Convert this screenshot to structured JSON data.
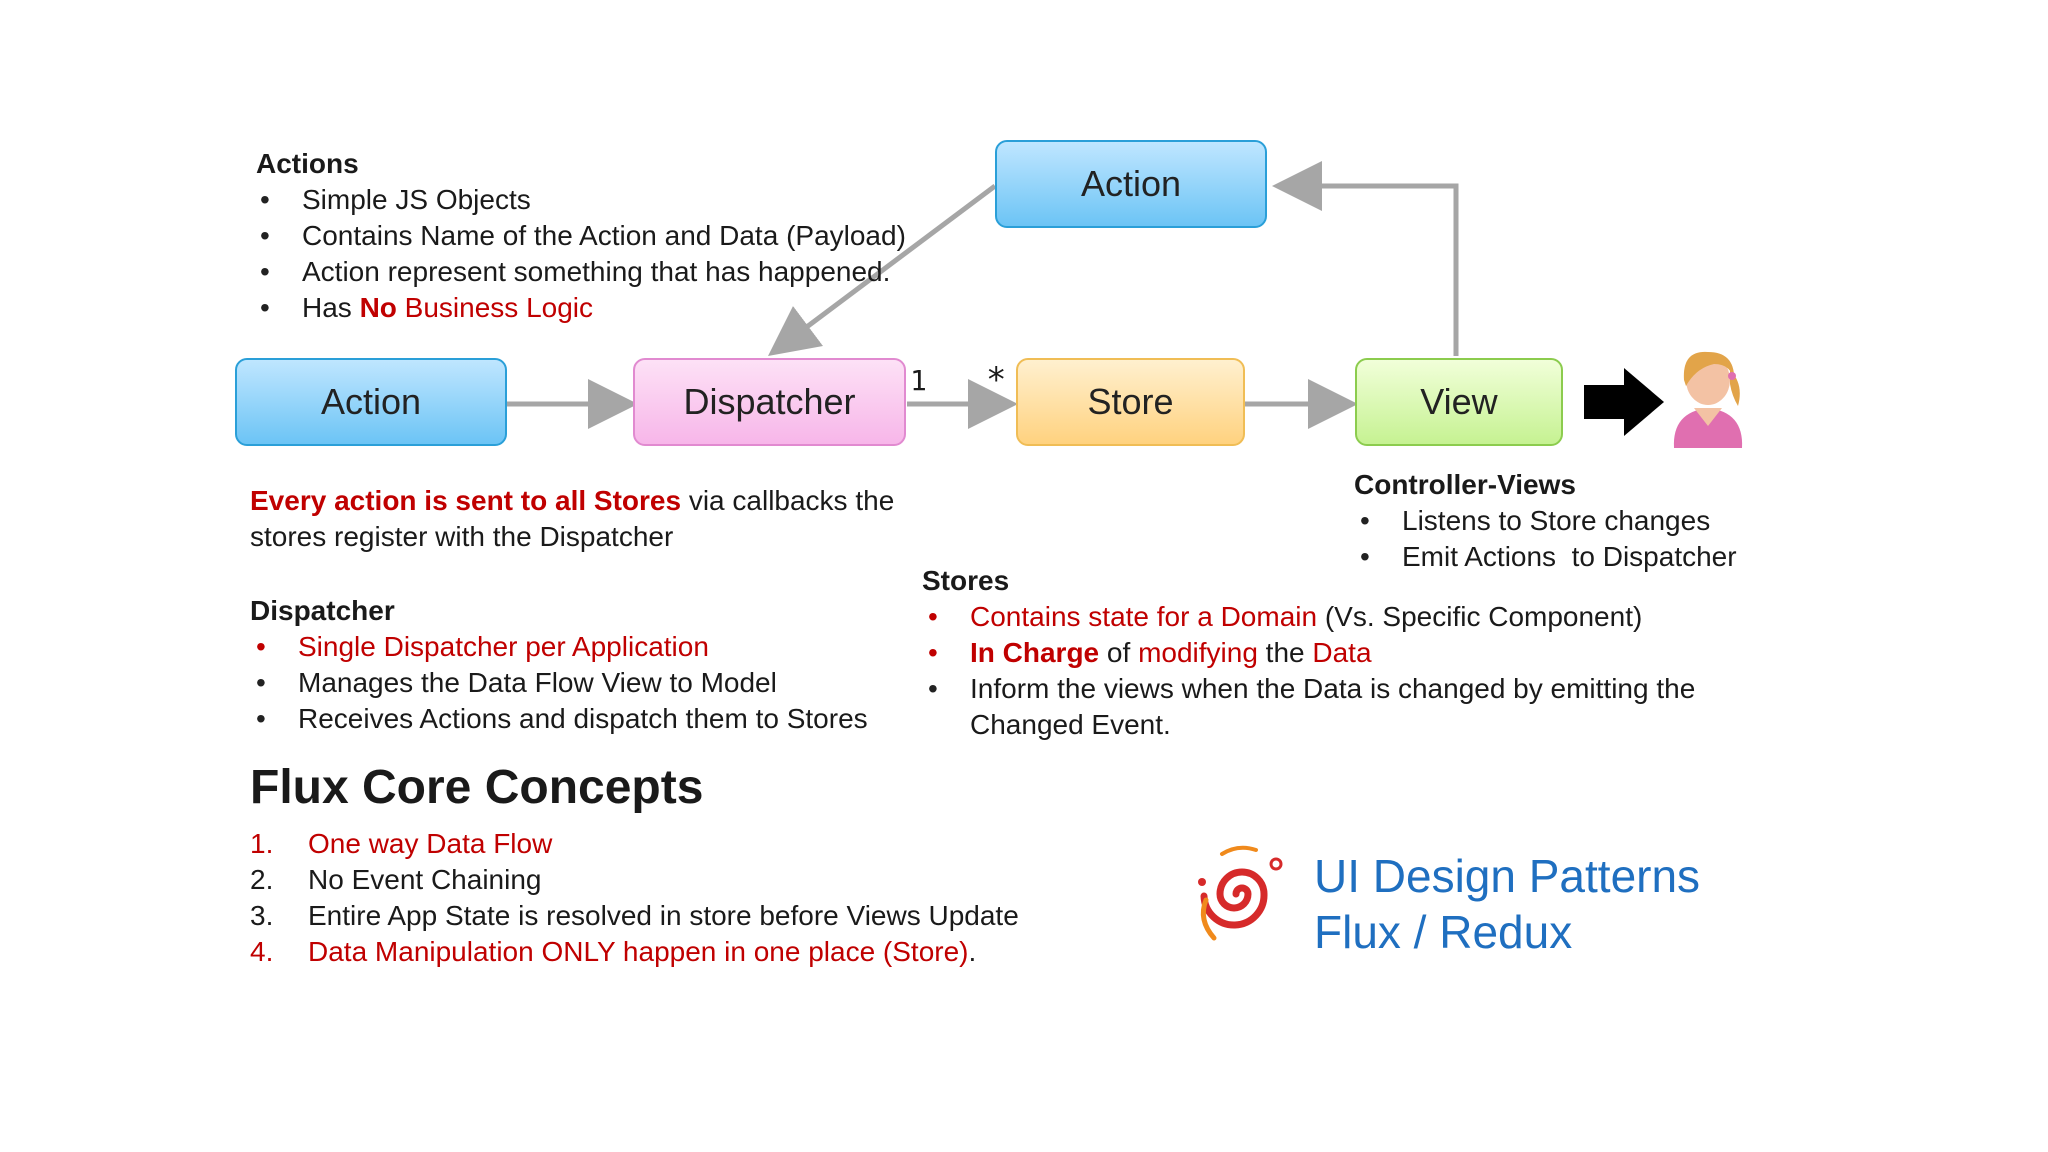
{
  "diagram": {
    "boxes": {
      "action_left": "Action",
      "dispatcher": "Dispatcher",
      "store": "Store",
      "view": "View",
      "action_top": "Action"
    },
    "multiplicity_one": "1",
    "multiplicity_many": "*",
    "colors": {
      "arrow": "#a6a6a6",
      "accent_red": "#c00000",
      "brand_blue": "#1f6fc0"
    }
  },
  "actions_section": {
    "title": "Actions",
    "items": [
      "Simple JS Objects",
      "Contains Name of the Action and Data (Payload)",
      "Action represent something that has happened."
    ],
    "last_item": {
      "prefix": "Has ",
      "bold": "No",
      "rest": " Business Logic"
    }
  },
  "every_action": {
    "red": "Every action is sent to all Stores",
    "rest": " via callbacks the",
    "line2": "stores register with the Dispatcher"
  },
  "dispatcher_section": {
    "title": "Dispatcher",
    "items": [
      "Single Dispatcher per Application",
      "Manages the Data Flow View to Model",
      "Receives Actions and dispatch them to Stores"
    ]
  },
  "stores_section": {
    "title": "Stores",
    "item1": {
      "red": "Contains state for a Domain",
      "rest": " (Vs. Specific Component)"
    },
    "item2": {
      "bold": "In Charge",
      "mid1": " of ",
      "red1": "modifying",
      "mid2": " the ",
      "red2": "Data"
    },
    "item3": "Inform the views when the Data is changed by emitting the Changed Event."
  },
  "controller_views": {
    "title": "Controller-Views",
    "items": [
      "Listens to Store changes",
      "Emit Actions  to Dispatcher"
    ]
  },
  "core": {
    "title": "Flux Core Concepts",
    "items": [
      {
        "num": "1.",
        "text": "One way Data Flow",
        "red": true
      },
      {
        "num": "2.",
        "text": "No Event Chaining",
        "red": false
      },
      {
        "num": "3.",
        "text": "Entire App State is resolved in store before Views Update",
        "red": false
      },
      {
        "num": "4.",
        "text": "Data Manipulation ONLY happen in one place (Store)",
        "red": true
      }
    ],
    "trailing_dot": "."
  },
  "brand": {
    "line1": "UI Design Patterns",
    "line2": "Flux / Redux"
  },
  "icons": [
    "swirl-logo-icon",
    "user-avatar-icon",
    "black-arrow-icon"
  ]
}
